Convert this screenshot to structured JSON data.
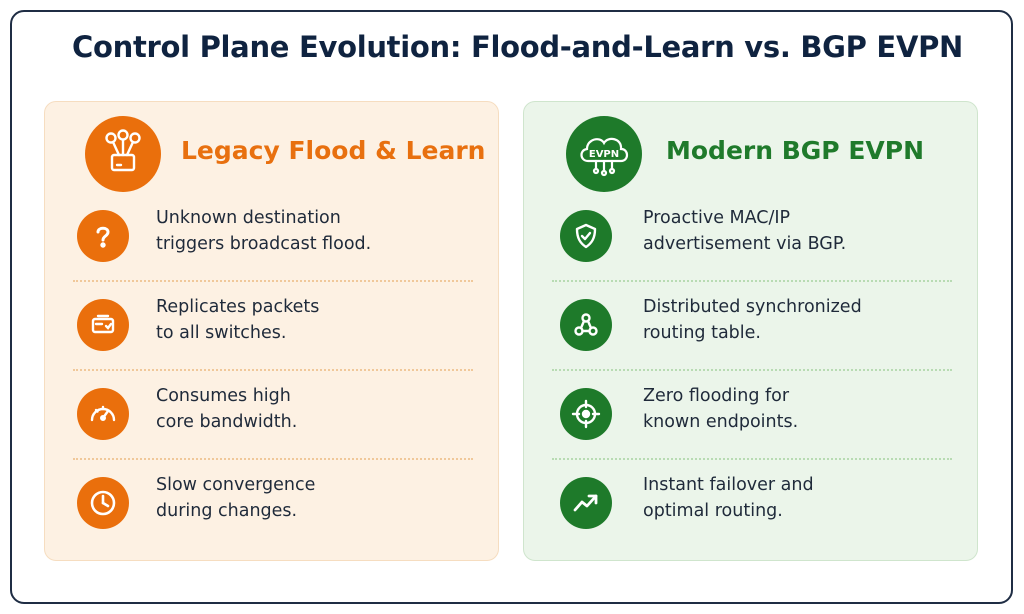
{
  "title": "Control Plane Evolution: Flood-and-Learn vs. BGP EVPN",
  "colors": {
    "legacy_accent": "#ea6f0c",
    "modern_accent": "#1e7a2a",
    "legacy_panel": "#fdf1e3",
    "modern_panel": "#ebf5ea",
    "title": "#0f2340"
  },
  "legacy": {
    "heading": "Legacy Flood & Learn",
    "header_icon": "network-tree-icon",
    "items": [
      {
        "icon": "question-icon",
        "line1": "Unknown destination",
        "line2": "triggers broadcast flood."
      },
      {
        "icon": "switch-icon",
        "line1": "Replicates packets",
        "line2": "to all switches."
      },
      {
        "icon": "gauge-icon",
        "line1": "Consumes high",
        "line2": "core bandwidth."
      },
      {
        "icon": "clock-icon",
        "line1": "Slow convergence",
        "line2": "during changes."
      }
    ]
  },
  "modern": {
    "heading": "Modern BGP EVPN",
    "header_icon": "evpn-cloud-icon",
    "header_icon_label": "EVPN",
    "items": [
      {
        "icon": "shield-check-icon",
        "line1": "Proactive MAC/IP",
        "line2": "advertisement via BGP."
      },
      {
        "icon": "network-nodes-icon",
        "line1": "Distributed synchronized",
        "line2": "routing table."
      },
      {
        "icon": "target-icon",
        "line1": "Zero flooding for",
        "line2": "known endpoints."
      },
      {
        "icon": "trend-up-icon",
        "line1": "Instant failover and",
        "line2": "optimal routing."
      }
    ]
  }
}
